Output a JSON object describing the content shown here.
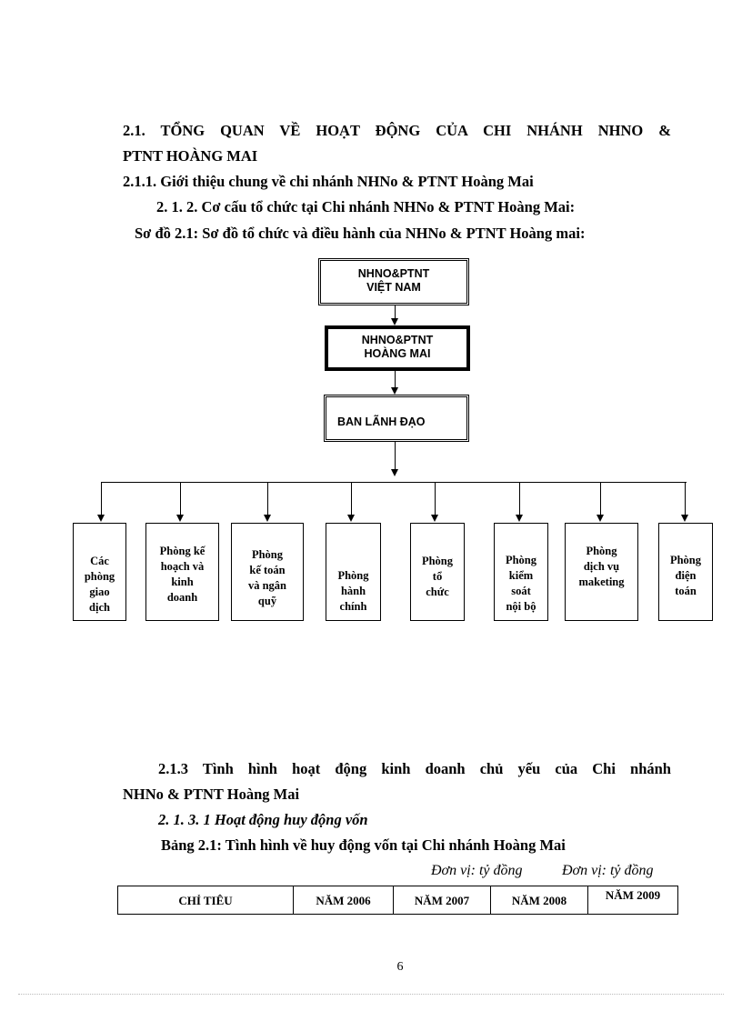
{
  "section_heading": {
    "line1": "2.1. TỔNG QUAN VỀ HOẠT ĐỘNG CỦA CHI NHÁNH NHNO &",
    "line2": "PTNT HOÀNG MAI"
  },
  "subsection_211": "2.1.1. Giới thiệu chung về chi nhánh NHNo & PTNT Hoàng Mai",
  "subsection_212": "2. 1. 2. Cơ cấu tổ chức tại Chi nhánh NHNo & PTNT Hoàng Mai:",
  "diagram_caption": "Sơ đồ 2.1: Sơ đồ tổ chức và điều hành của NHNo & PTNT Hoàng mai:",
  "org_chart": {
    "top": "NHNO&PTNT\nVIỆT NAM",
    "branch": "NHNO&PTNT\nHOÀNG MAI",
    "board": "BAN LÃNH ĐẠO",
    "departments": [
      "Các\nphòng\ngiao\ndịch",
      "Phòng kế\nhoạch và\nkinh\ndoanh",
      "Phòng\nkế toán\nvà ngân\nquỹ",
      "Phòng\nhành\nchính",
      "Phòng\ntổ\nchức",
      "Phòng\nkiểm\nsoát\nnội bộ",
      "Phòng\ndịch vụ\nmaketing",
      "Phòng\nđiện\ntoán"
    ]
  },
  "subsection_213": {
    "line1": "2.1.3 Tình hình hoạt động kinh doanh chủ yếu của Chi nhánh",
    "line2": "NHNo & PTNT Hoàng Mai"
  },
  "subsection_2131": "2. 1. 3. 1 Hoạt động huy động vốn",
  "table_caption": "Bảng 2.1: Tình hình về huy động vốn tại Chi nhánh Hoàng Mai",
  "unit_note_1": "Đơn vị: tỷ đồng",
  "unit_note_2": "Đơn vị: tỷ đồng",
  "table": {
    "headers": [
      "CHỈ TIÊU",
      "NĂM 2006",
      "NĂM 2007",
      "NĂM 2008",
      "NĂM 2009"
    ]
  },
  "page_number": "6"
}
